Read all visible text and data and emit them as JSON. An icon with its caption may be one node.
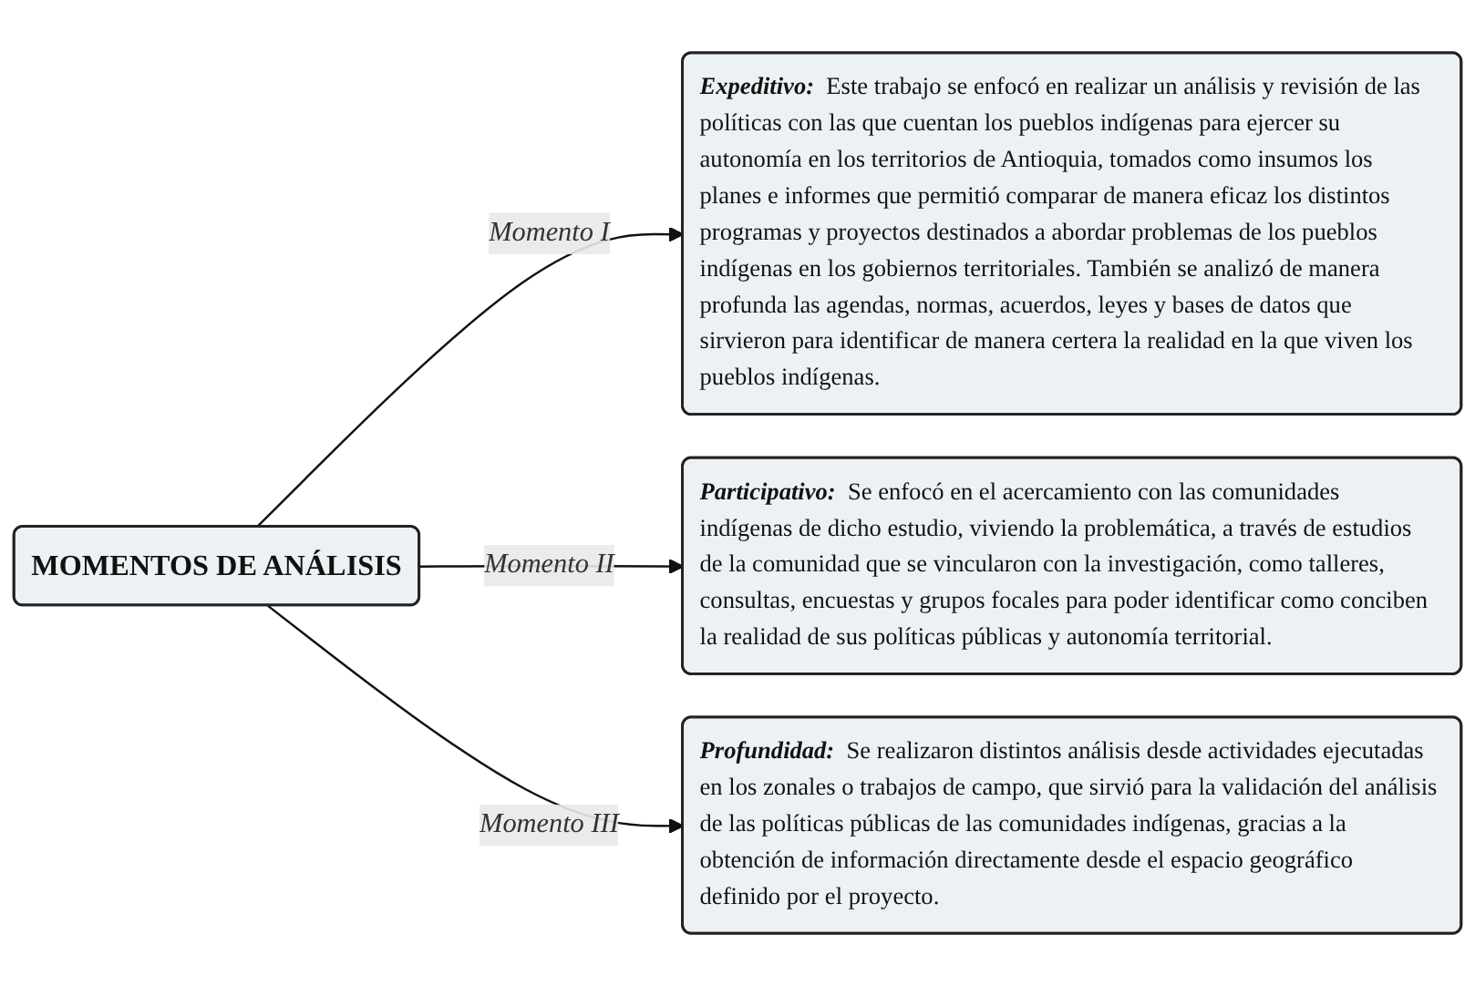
{
  "diagram": {
    "nodes": [
      {
        "text": [
          "MOMENTOS DE ANÁLISIS"
        ]
      },
      {
        "text": [
          "Expeditivo:",
          "Este trabajo se enfocó en realizar un análisis y revisión de las políticas con las que cuentan los pueblos indígenas para ejercer su autonomía en los territorios de Antioquia, tomados como insumos los planes e informes que permitió comparar de manera eficaz los distintos programas y proyectos destinados a abordar problemas de los pueblos indígenas en los gobiernos territoriales. También se analizó de manera profunda las agendas, normas, acuerdos, leyes y bases de datos que sirvieron para identificar de manera certera la realidad en la que viven los pueblos indígenas."
        ]
      },
      {
        "text": [
          "Participativo:",
          "Se enfocó en el acercamiento con las comunidades indígenas de dicho estudio, viviendo la problemática, a través de estudios de la comunidad que se vincularon con la investigación, como talleres, consultas, encuestas y grupos focales para poder identificar como conciben la realidad de sus políticas públicas y autonomía territorial."
        ]
      },
      {
        "text": [
          "Profundidad:",
          "Se realizaron distintos análisis desde actividades ejecutadas en los zonales o trabajos de campo, que sirvió para la validación del análisis de las políticas públicas de las comunidades indígenas, gracias a la obtención de información directamente desde el espacio geográfico definido por el proyecto."
        ]
      }
    ],
    "edges": [
      {
        "from": 0,
        "to": 1,
        "arrow": "to",
        "label": "Momento I"
      },
      {
        "from": 0,
        "to": 2,
        "arrow": "to",
        "label": "Momento II"
      },
      {
        "from": 0,
        "to": 3,
        "arrow": "to",
        "label": "Momento III"
      }
    ]
  }
}
